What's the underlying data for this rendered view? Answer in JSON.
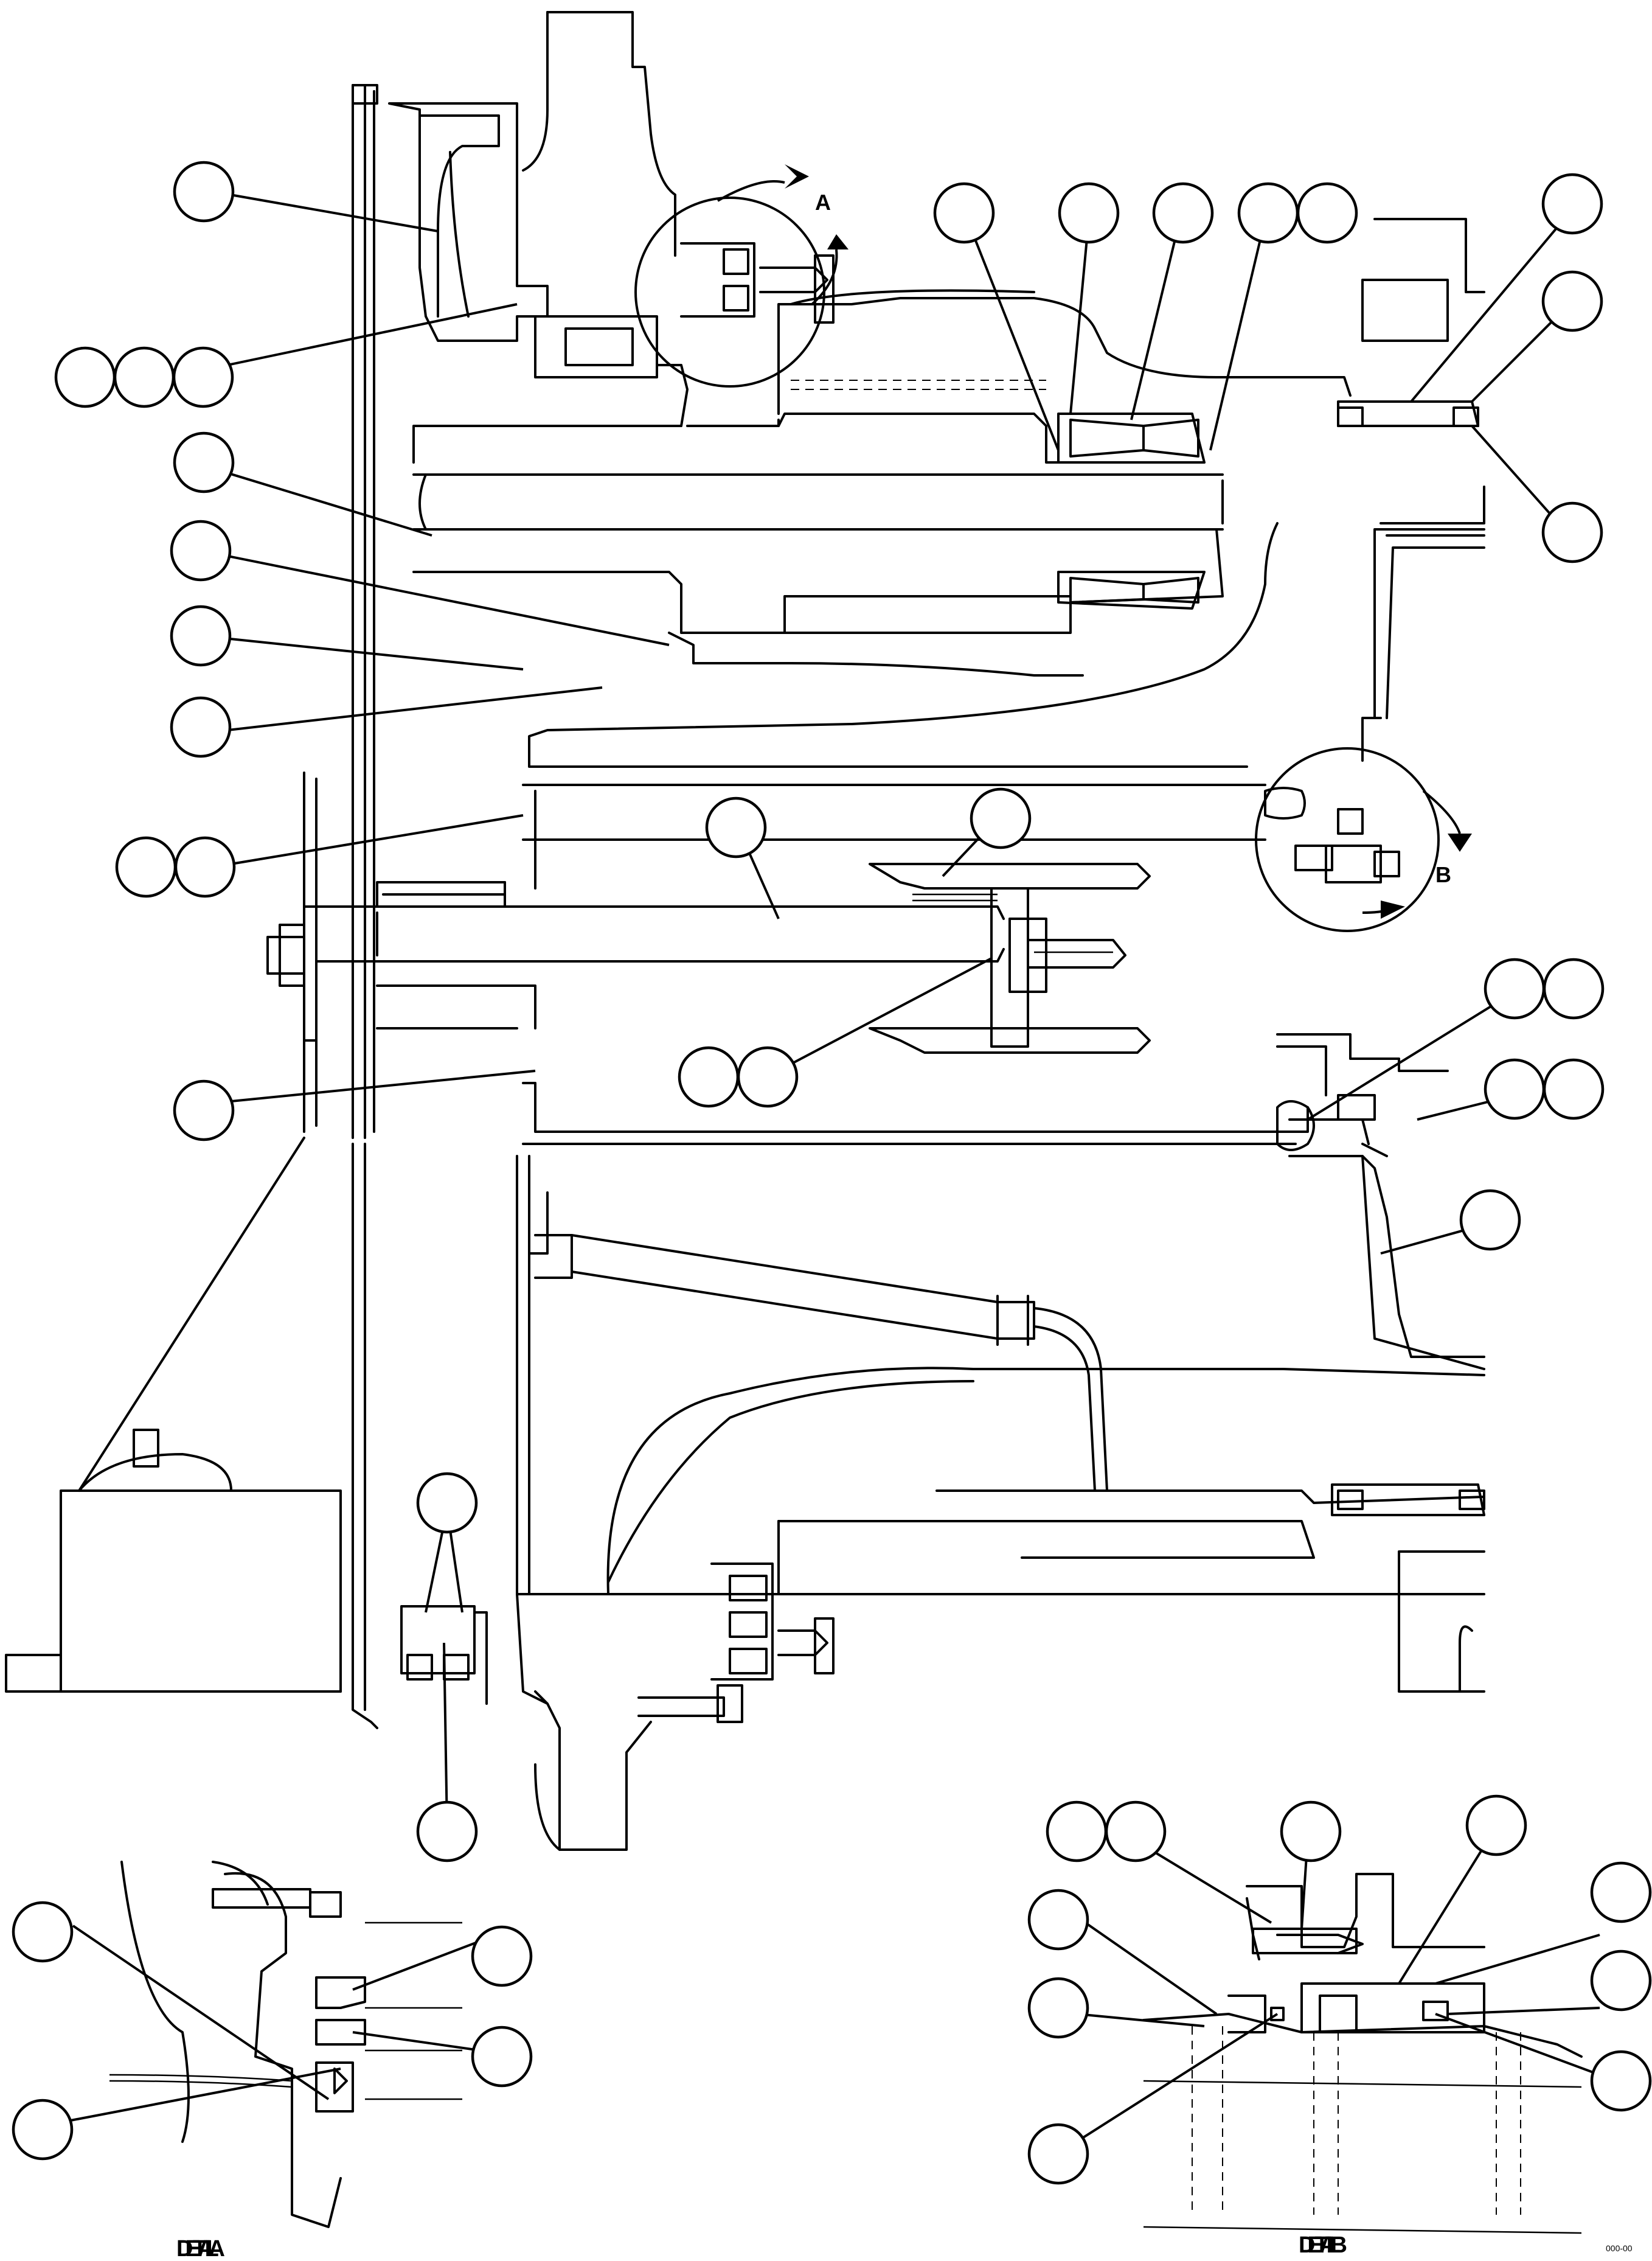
{
  "labels": {
    "detail_a": "DETAIL A",
    "detail_b": "DETAIL B",
    "view_a": "A",
    "view_b": "B",
    "drawing_code": "000-00"
  }
}
